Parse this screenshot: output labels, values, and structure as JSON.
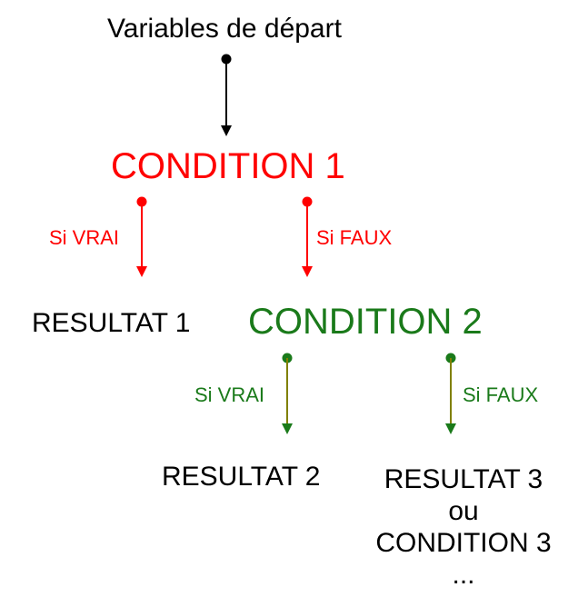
{
  "start": {
    "label": "Variables de départ"
  },
  "condition1": {
    "label": "CONDITION 1",
    "color": "#ff0000",
    "true_label": "Si VRAI",
    "false_label": "Si FAUX"
  },
  "result1": {
    "label": "RESULTAT 1"
  },
  "condition2": {
    "label": "CONDITION 2",
    "color": "#1a7a1a",
    "true_label": "Si VRAI",
    "false_label": "Si FAUX",
    "arrow_color": "#808000"
  },
  "result2": {
    "label": "RESULTAT 2"
  },
  "result3": {
    "line1": "RESULTAT 3",
    "line2": "ou",
    "line3": "CONDITION 3",
    "line4": "..."
  },
  "colors": {
    "text": "#000000",
    "start_arrow": "#000000"
  }
}
